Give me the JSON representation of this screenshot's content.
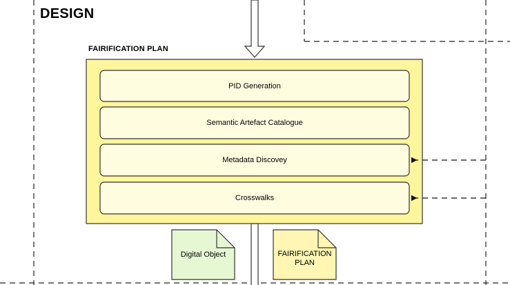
{
  "diagram": {
    "section_title": "DESIGN",
    "plan_title": "FAIRIFICATION PLAN",
    "steps": [
      {
        "label": "PID Generation"
      },
      {
        "label": "Semantic Artefact Catalogue"
      },
      {
        "label": "Metadata Discovey"
      },
      {
        "label": "Crosswalks"
      }
    ],
    "documents": [
      {
        "line1": "Digital Object",
        "line2": ""
      },
      {
        "line1": "FAIRIFICATION",
        "line2": "PLAN"
      }
    ],
    "colors": {
      "plan_fill": "#FFF59D",
      "plan_stroke": "#333333",
      "step_fill": "#FFFDE0",
      "doc_digital_fill": "#E6F7D4",
      "doc_plan_fill": "#FFF6B3",
      "line": "#222222"
    }
  }
}
